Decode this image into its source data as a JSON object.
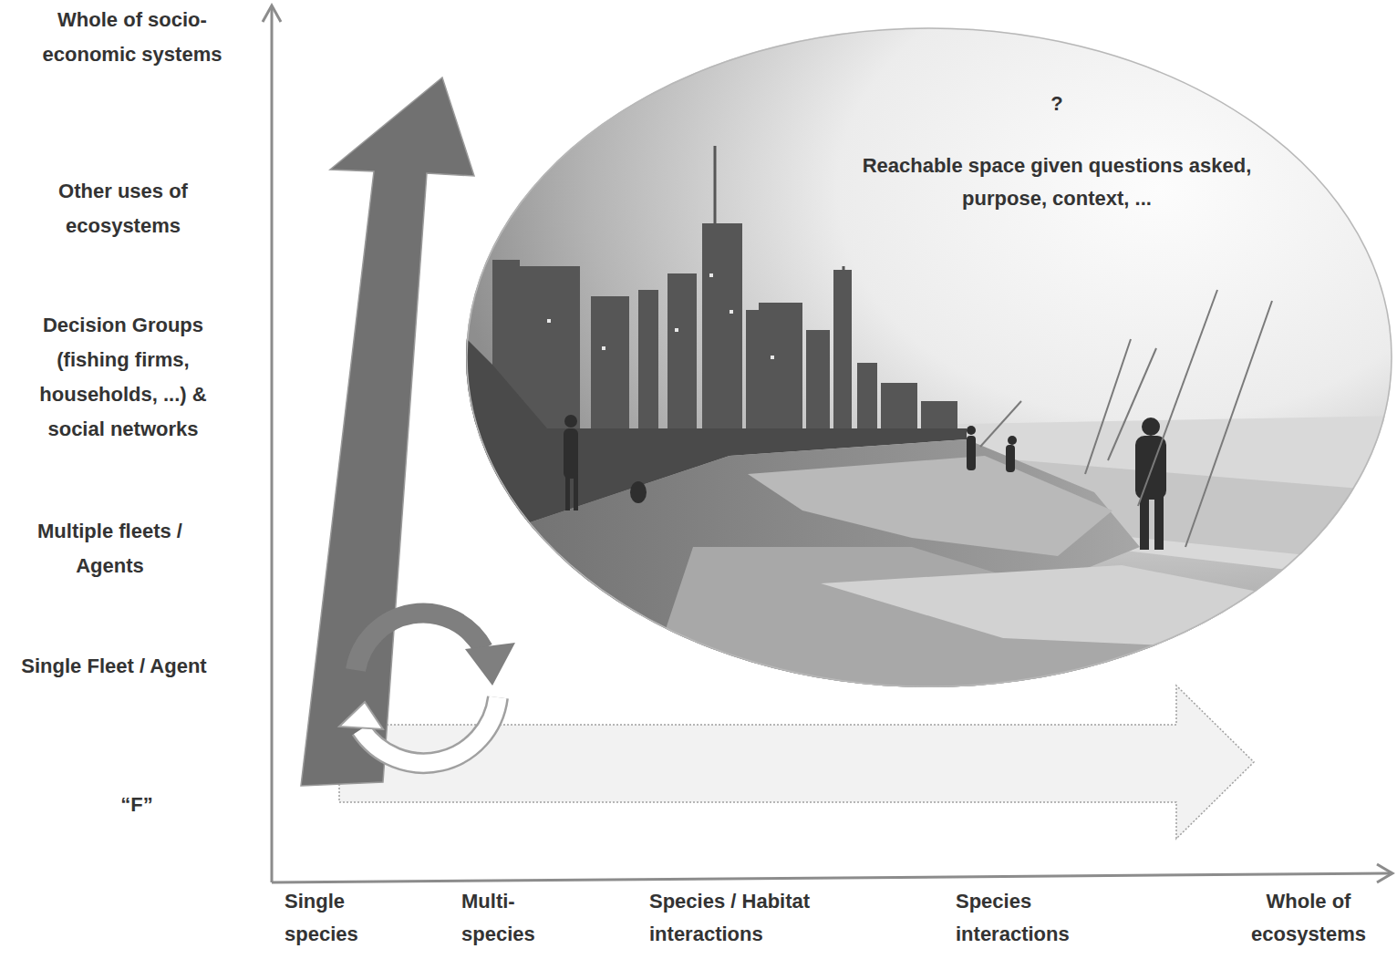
{
  "diagram": {
    "nodes": [
      {
        "text": [
          "?",
          "Reachable space given questions asked, purpose, context, ..."
        ]
      }
    ],
    "labels": [
      "Whole of socio-economic systems",
      "Other uses of ecosystems",
      "Decision Groups (fishing firms, households, ...) & social networks",
      "Multiple fleets / Agents",
      "Single Fleet / Agent",
      "“F”",
      "Single species",
      "Multi-species",
      "Species / Habitat interactions",
      "Species interactions",
      "Whole of ecosystems"
    ]
  }
}
